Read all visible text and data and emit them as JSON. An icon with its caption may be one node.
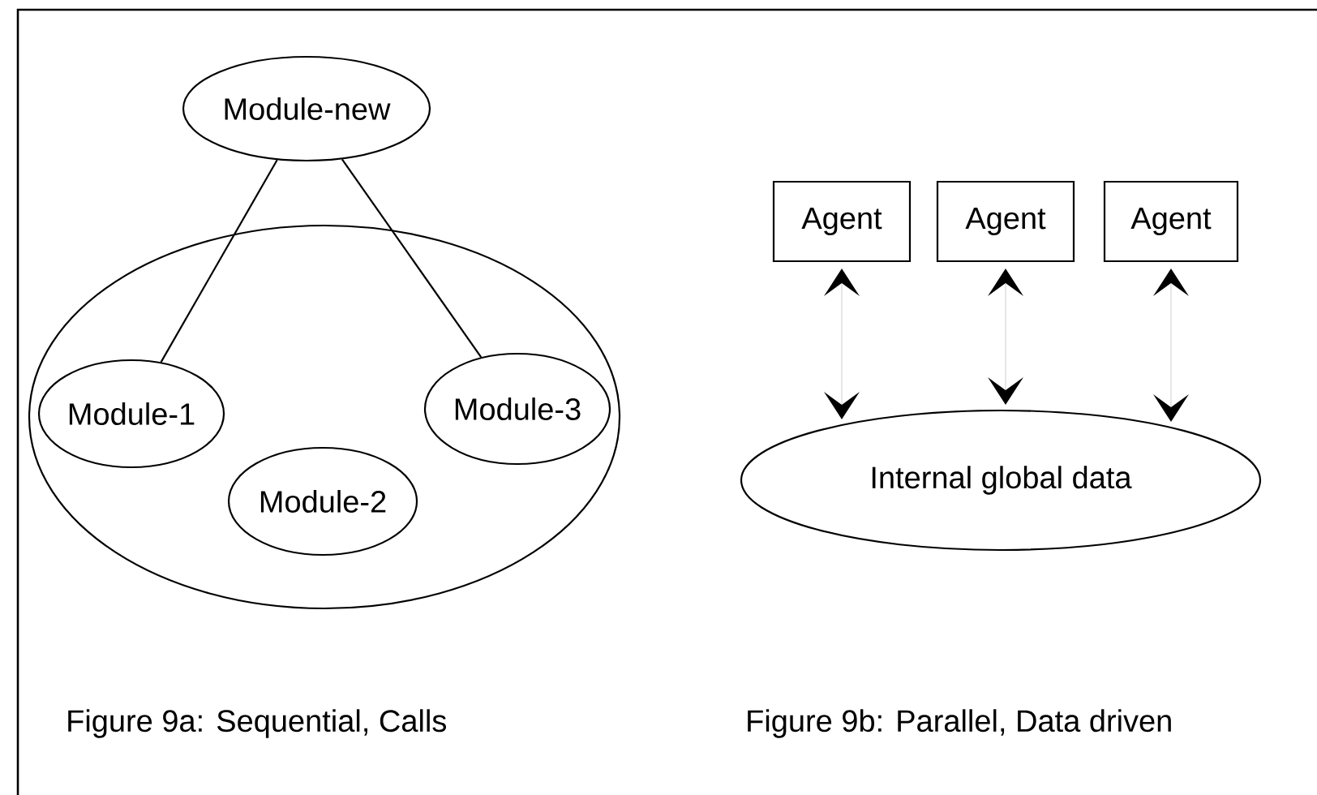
{
  "diagram": {
    "nodes": [
      {
        "text": [
          "Module-new"
        ]
      },
      {
        "text": [],
        "shape": "ellipse"
      },
      {
        "text": [
          "Module-1"
        ],
        "in": 1
      },
      {
        "text": [
          "Module-3"
        ],
        "in": 1
      },
      {
        "text": [
          "Module-2"
        ],
        "in": 1
      },
      {
        "text": [
          "Agent"
        ]
      },
      {
        "text": [
          "Agent"
        ]
      },
      {
        "text": [
          "Agent"
        ]
      },
      {
        "text": [
          "Internal global data"
        ]
      }
    ],
    "edges": [
      {
        "from": 0,
        "to": 2,
        "arrow": "none"
      },
      {
        "from": 0,
        "to": 3,
        "arrow": "none"
      },
      {
        "from": 5,
        "to": 8,
        "arrow": "both"
      },
      {
        "from": 6,
        "to": 8,
        "arrow": "both"
      },
      {
        "from": 7,
        "to": 8,
        "arrow": "both"
      }
    ],
    "labels": [
      "Figure 9a: Sequential, Calls",
      "Figure 9b: Parallel, Data driven"
    ]
  }
}
